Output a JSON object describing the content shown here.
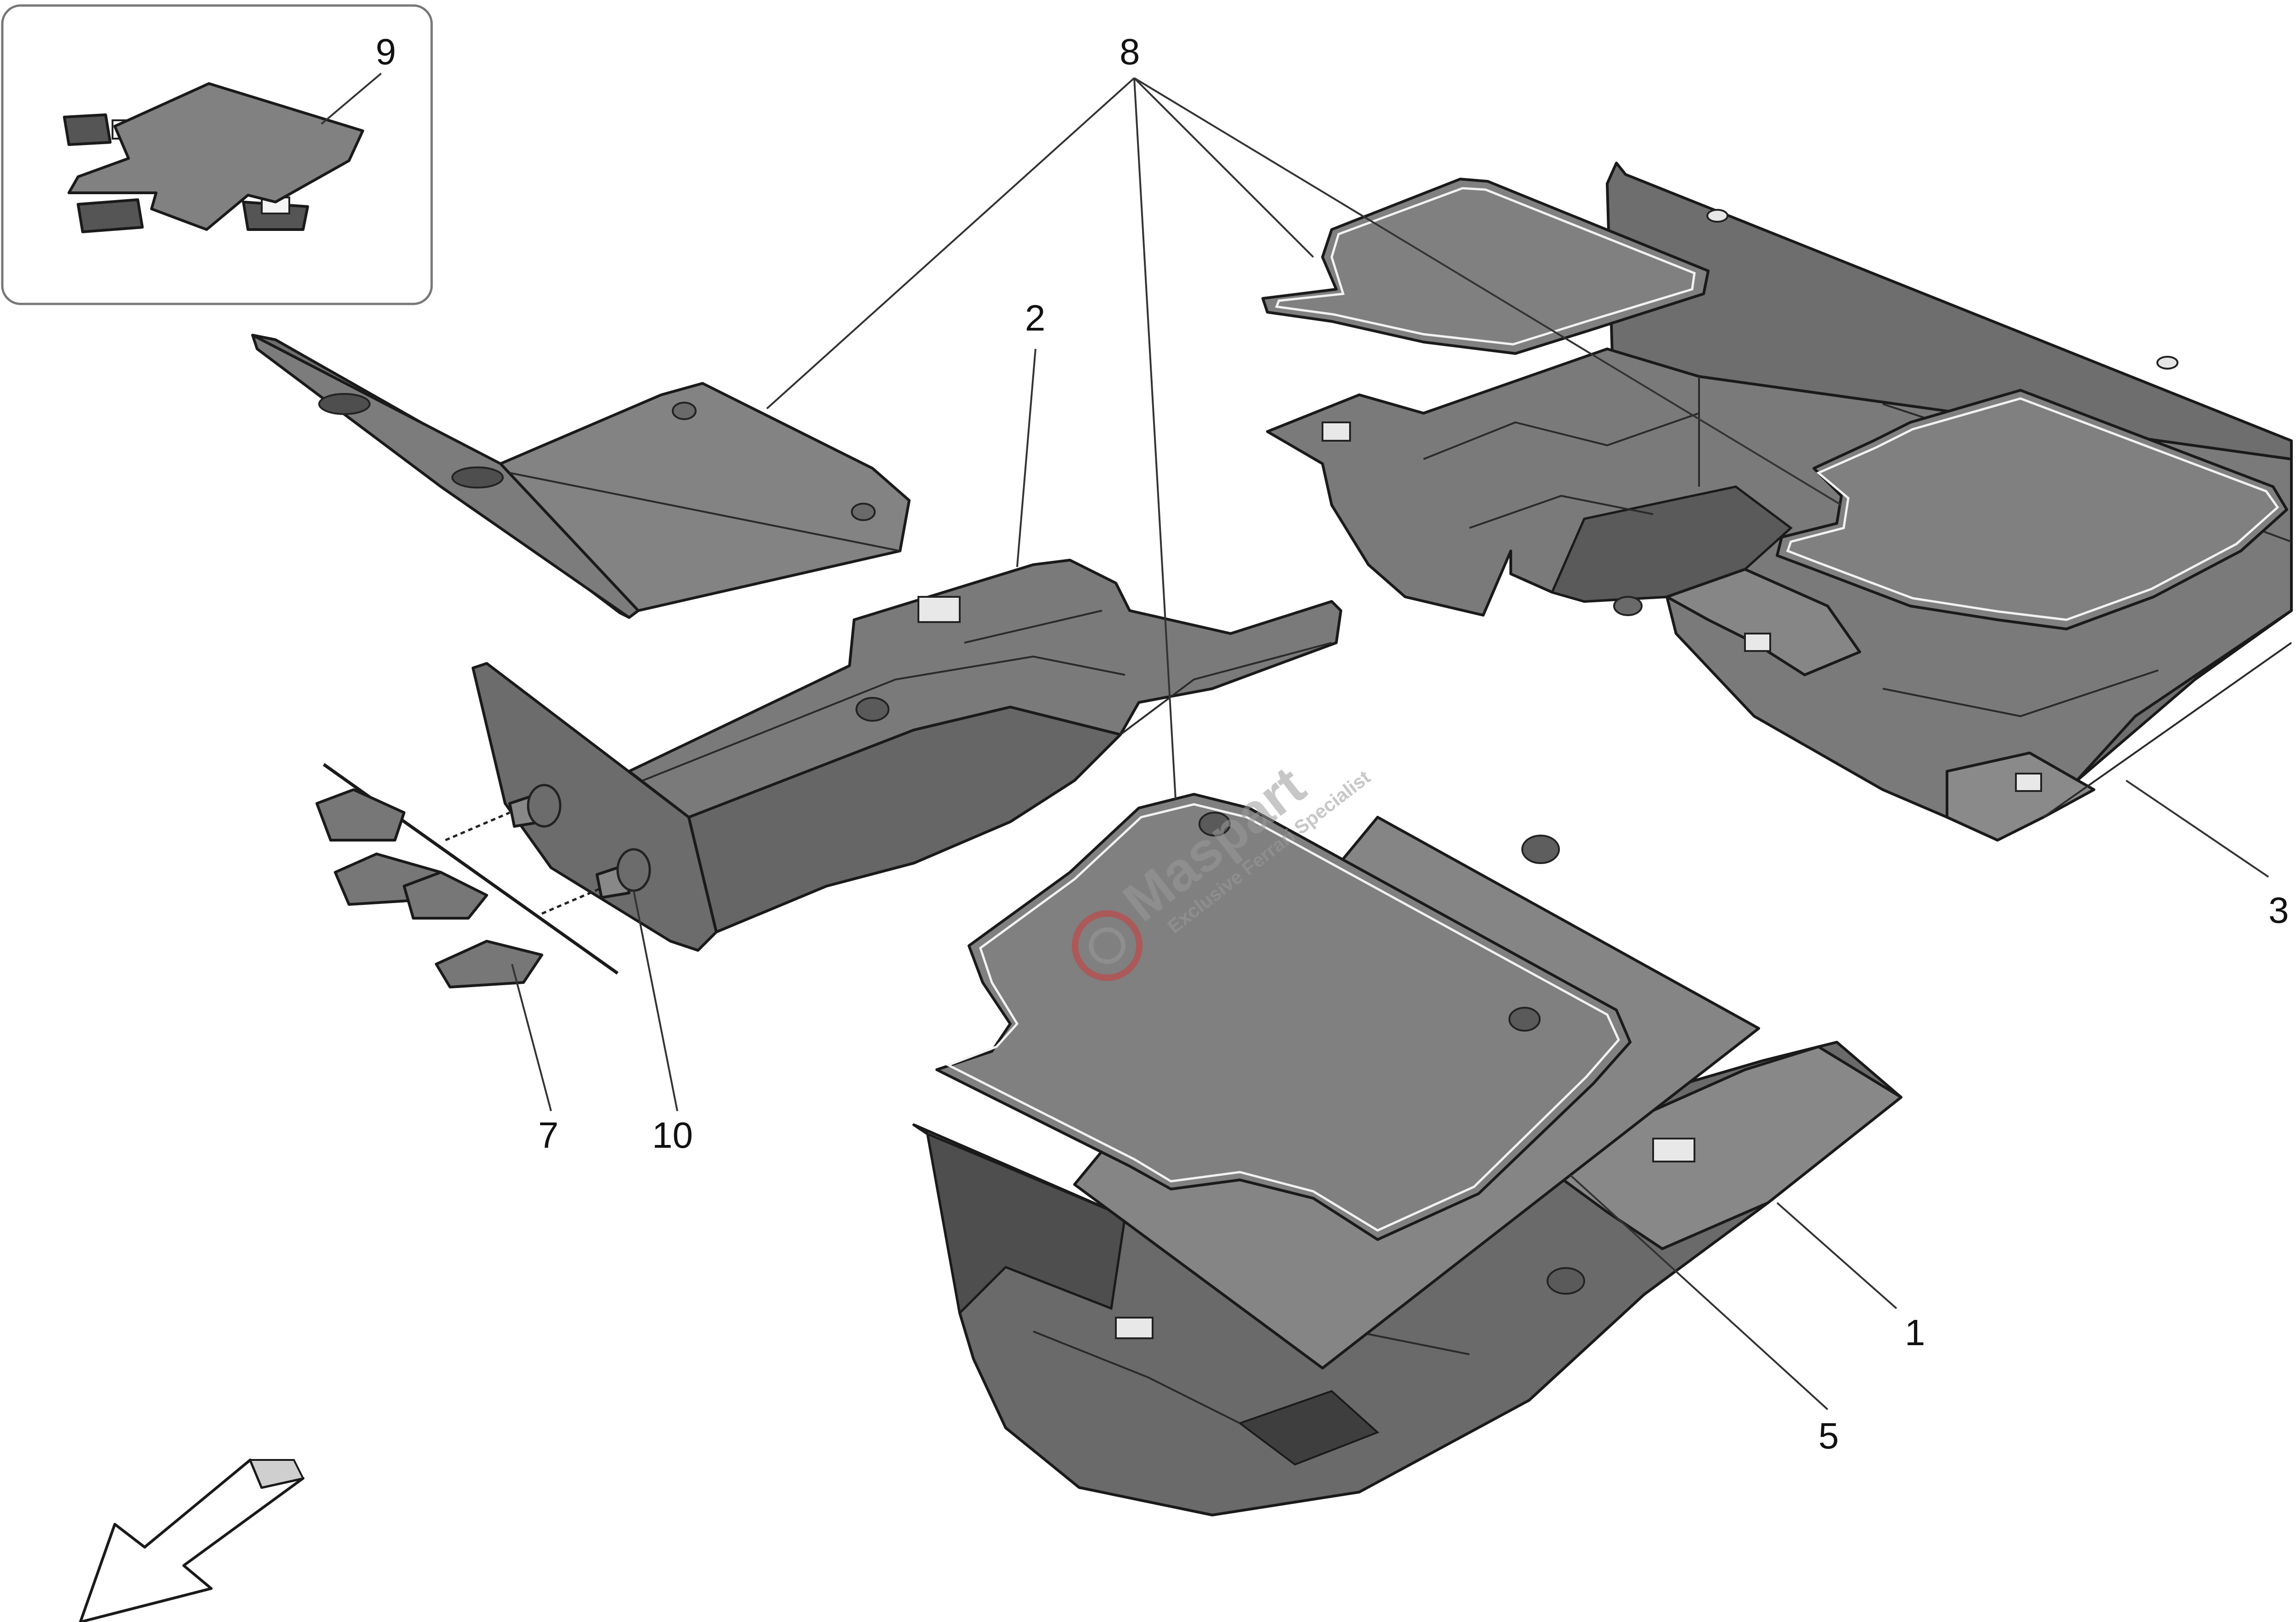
{
  "diagram": {
    "callouts": [
      {
        "id": "c8",
        "label": "8"
      },
      {
        "id": "c9",
        "label": "9"
      },
      {
        "id": "c2",
        "label": "2"
      },
      {
        "id": "c3",
        "label": "3"
      },
      {
        "id": "c7",
        "label": "7"
      },
      {
        "id": "c10",
        "label": "10"
      },
      {
        "id": "c1",
        "label": "1"
      },
      {
        "id": "c5",
        "label": "5"
      }
    ]
  },
  "watermark": {
    "brand": "Maspart",
    "tagline": "Exclusive Ferrari Specialist"
  },
  "colors": {
    "part_fill": "#787878",
    "part_dark": "#5e5e5e",
    "part_light": "#8c8c8c",
    "mat_fill": "#7e7e7e",
    "watermark_red": "#d03a3a",
    "watermark_grey": "#9a9a9a"
  },
  "icons": {
    "direction_arrow": "outline-arrow-down-left-icon",
    "inset_frame": "rounded-inset-box"
  }
}
